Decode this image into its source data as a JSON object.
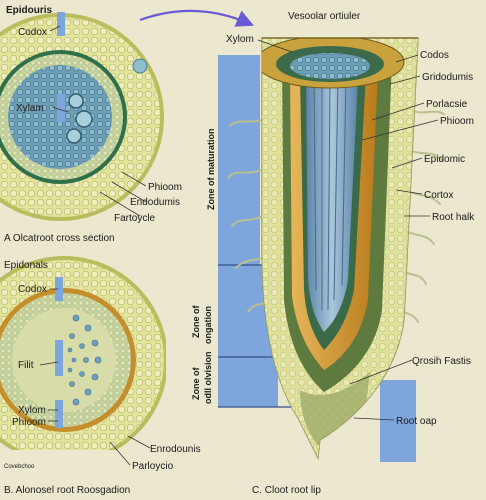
{
  "panel_a": {
    "labels": {
      "epidermis": "Epidouris",
      "cortex": "Codox",
      "xylem": "Xylam",
      "phloem": "Phioom",
      "endodermis": "Endodumis",
      "pericycle": "Fartoycle"
    },
    "caption": "A  Olcatroot cross section"
  },
  "panel_b": {
    "labels": {
      "epidermis": "Epidonals",
      "cortex": "Codox",
      "pith": "Filit",
      "xylem": "Xylom",
      "phloem": "Phioom",
      "endodermis": "Enrodounis",
      "pericycle": "Parloycio",
      "small_note": "Covebchoo"
    },
    "caption": "B.  Alonosel root Roosgadion"
  },
  "panel_c": {
    "title": "Vesoolar ortiuler",
    "labels": {
      "xylem": "Xylom",
      "cortex_top": "Codos",
      "endodermis": "Gridodumis",
      "pericycle": "Porlacsie",
      "phloem": "Phioom",
      "epidermis": "Epidomic",
      "cortex": "Cortox",
      "root_hair": "Root halk",
      "growth_factor": "Qrosih Fastis",
      "root_cap": "Root oap"
    },
    "zones": {
      "maturation": "Zone of maturation",
      "elongation_a": "Zone of",
      "elongation_b": "ongation",
      "division_a": "Zone of",
      "division_b": "odll olvision"
    },
    "caption": "C.  Cloot root lip"
  },
  "colors": {
    "background": "#ece7cf",
    "accent_blue": "#7fa6dc",
    "arrow": "#6a5ad6",
    "cortex_cells": "#dbe39a",
    "endodermis": "#3e7a52",
    "xylem_blue": "#7c9fbe",
    "phloem_orange": "#d39a3c"
  }
}
